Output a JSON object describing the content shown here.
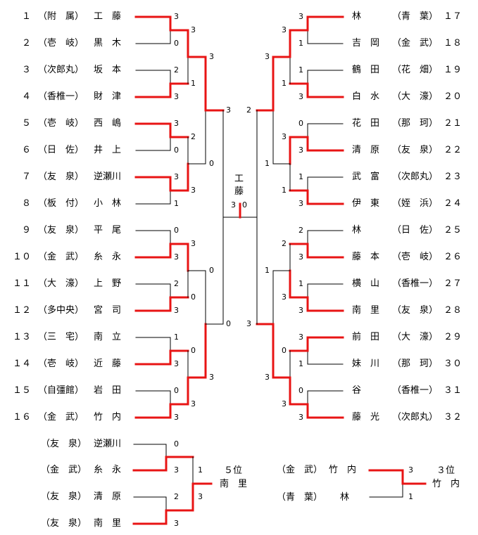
{
  "left_entries": [
    {
      "num": "１",
      "team": "（附　属）",
      "player": "工　藤"
    },
    {
      "num": "２",
      "team": "（壱　岐）",
      "player": "黒　木"
    },
    {
      "num": "３",
      "team": "（次郎丸）",
      "player": "坂　本"
    },
    {
      "num": "４",
      "team": "（香椎一）",
      "player": "財　津"
    },
    {
      "num": "５",
      "team": "（壱　岐）",
      "player": "西　嶋"
    },
    {
      "num": "６",
      "team": "（日　佐）",
      "player": "井　上"
    },
    {
      "num": "７",
      "team": "（友　泉）",
      "player": "逆瀬川"
    },
    {
      "num": "８",
      "team": "（板　付）",
      "player": "小　林"
    },
    {
      "num": "９",
      "team": "（友　泉）",
      "player": "平　尾"
    },
    {
      "num": "１０",
      "team": "（金　武）",
      "player": "糸　永"
    },
    {
      "num": "１１",
      "team": "（大　濠）",
      "player": "上　野"
    },
    {
      "num": "１２",
      "team": "（多中央）",
      "player": "宮　司"
    },
    {
      "num": "１３",
      "team": "（三　宅）",
      "player": "南　立"
    },
    {
      "num": "１４",
      "team": "（壱　岐）",
      "player": "近　藤"
    },
    {
      "num": "１５",
      "team": "（自彊館）",
      "player": "岩　田"
    },
    {
      "num": "１６",
      "team": "（金　武）",
      "player": "竹　内"
    }
  ],
  "right_entries": [
    {
      "player": "林",
      "team": "（青　葉）",
      "num": "１７"
    },
    {
      "player": "吉　岡",
      "team": "（金　武）",
      "num": "１８"
    },
    {
      "player": "鶴　田",
      "team": "（花　畑）",
      "num": "１９"
    },
    {
      "player": "白　水",
      "team": "（大　濠）",
      "num": "２０"
    },
    {
      "player": "花　田",
      "team": "（那　珂）",
      "num": "２１"
    },
    {
      "player": "清　原",
      "team": "（友　泉）",
      "num": "２２"
    },
    {
      "player": "武　富",
      "team": "（次郎丸）",
      "num": "２３"
    },
    {
      "player": "伊　東",
      "team": "（姪　浜）",
      "num": "２４"
    },
    {
      "player": "林",
      "team": "（日　佐）",
      "num": "２５"
    },
    {
      "player": "藤　本",
      "team": "（壱　岐）",
      "num": "２６"
    },
    {
      "player": "横　山",
      "team": "（香椎一）",
      "num": "２７"
    },
    {
      "player": "南　里",
      "team": "（友　泉）",
      "num": "２８"
    },
    {
      "player": "前　田",
      "team": "（大　濠）",
      "num": "２９"
    },
    {
      "player": "妹　川",
      "team": "（那　珂）",
      "num": "３０"
    },
    {
      "player": "谷",
      "team": "（香椎一）",
      "num": "３１"
    },
    {
      "player": "藤　光",
      "team": "（次郎丸）",
      "num": "３２"
    }
  ],
  "champion": "工\n藤",
  "fifth_place": {
    "entries": [
      {
        "team": "（友　泉）",
        "player": "逆瀬川"
      },
      {
        "team": "（金　武）",
        "player": "糸　永"
      },
      {
        "team": "（友　泉）",
        "player": "清　原"
      },
      {
        "team": "（友　泉）",
        "player": "南　里"
      }
    ],
    "title": "５位",
    "winner": "南　里"
  },
  "third_place": {
    "entries": [
      {
        "team": "（金　武）",
        "player": "竹　内"
      },
      {
        "team": "（青　葉）",
        "player": "林"
      }
    ],
    "title": "３位",
    "winner": "竹　内"
  },
  "scores": {
    "l_r1": [
      "3",
      "0",
      "2",
      "3",
      "3",
      "0",
      "3",
      "1",
      "0",
      "3",
      "2",
      "3",
      "1",
      "3",
      "0",
      "3"
    ],
    "l_r2": [
      "3",
      "1",
      "2",
      "3",
      "3",
      "0",
      "0",
      "3"
    ],
    "l_r3": [
      "3",
      "0",
      "0",
      "3"
    ],
    "l_r4": [
      "3",
      "0"
    ],
    "final": [
      "3",
      "0"
    ],
    "r_r4": [
      "2",
      "3"
    ],
    "r_r3": [
      "3",
      "1",
      "1",
      "3"
    ],
    "r_r2": [
      "3",
      "1",
      "3",
      "1",
      "2",
      "3",
      "0",
      "3"
    ],
    "r_r1": [
      "3",
      "1",
      "1",
      "3",
      "0",
      "3",
      "1",
      "3",
      "2",
      "3",
      "1",
      "3",
      "3",
      "1",
      "0",
      "3"
    ],
    "fifth": [
      "0",
      "3",
      "2",
      "3",
      "1",
      "3"
    ],
    "third": [
      "3",
      "1"
    ]
  },
  "colors": {
    "winner_line": "#e81414",
    "loser_line": "#000000"
  }
}
